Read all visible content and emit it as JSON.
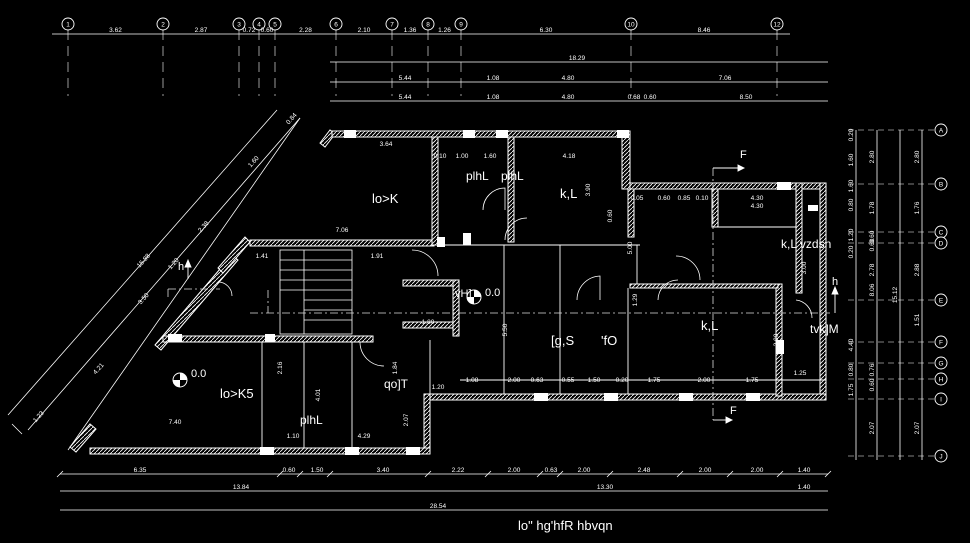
{
  "drawing": {
    "title": "lo\" hg'hfR hbvqn",
    "colors": {
      "background": "#000000",
      "lines": "#ffffff",
      "dash": "#dddddd"
    }
  },
  "grid_top": {
    "labels": [
      "1",
      "2",
      "3",
      "4",
      "5",
      "6",
      "7",
      "8",
      "9",
      "10",
      "12"
    ],
    "spacings": [
      "3.62",
      "2.87",
      "0.72",
      "0.60",
      "2.28",
      "2.10",
      "1.36",
      "1.26",
      "6.30",
      "8.46"
    ],
    "row2_dims": [
      "18.29"
    ],
    "row3_dims": [
      "5.44",
      "1.08",
      "4.80",
      "7.06"
    ],
    "row4_dims": [
      "5.44",
      "1.08",
      "4.80",
      "0.68",
      "0.60",
      "8.50"
    ]
  },
  "grid_right": {
    "labels": [
      "A",
      "B",
      "C",
      "D",
      "E",
      "F",
      "G",
      "H",
      "I",
      "J"
    ],
    "left_dims": [
      "0.20",
      "1.60",
      "1.60",
      "0.80",
      "1.20",
      "0.20",
      "4.40",
      "0.80",
      "1.75"
    ],
    "mid_dims": [
      "2.80",
      "1.78",
      "0.60",
      "0.60",
      "2.78",
      "8.06",
      "15.12",
      "0.76",
      "0.60",
      "2.07"
    ],
    "right_dims": [
      "2.80",
      "1.76",
      "2.88",
      "1.51",
      "2.07"
    ]
  },
  "dims_bottom": {
    "row1": [
      "6.35",
      "0.60",
      "1.50",
      "3.40",
      "2.22",
      "2.00",
      "0.63",
      "2.00",
      "2.48",
      "2.00",
      "2.00",
      "1.40"
    ],
    "row2": [
      "13.84",
      "13.30",
      "1.40"
    ],
    "row3": [
      "28.54"
    ]
  },
  "diagonal_dims": [
    "0.84",
    "1.60",
    "2.38",
    "1.20",
    "15.88",
    "3.50",
    "4.21",
    "1.23"
  ],
  "interior_dims": [
    "3.64",
    "7.06",
    "1.41",
    "1.91",
    "1.80",
    "1.20",
    "1.08",
    "2.00",
    "0.63",
    "0.55",
    "1.50",
    "0.20",
    "1.75",
    "2.00",
    "1.75",
    "1.25",
    "7.40",
    "1.10",
    "4.29",
    "4.30",
    "4.30",
    "0.05",
    "0.60",
    "0.85",
    "0.10",
    "1.60",
    "4.18",
    "0.10",
    "1.00",
    "5.00",
    "5.50",
    "3.90",
    "3.90",
    "2.16",
    "4.01",
    "2.07",
    "3.00",
    "1.29",
    "0.60",
    "1.84"
  ],
  "rooms": [
    {
      "id": "r1",
      "text": "lo>K"
    },
    {
      "id": "r2",
      "text": "plhL"
    },
    {
      "id": "r3",
      "text": "plhL"
    },
    {
      "id": "r4",
      "text": "k,L"
    },
    {
      "id": "r5",
      "text": "k,L vzdsn"
    },
    {
      "id": "r6",
      "text": "[g,S"
    },
    {
      "id": "r7",
      "text": "'fO"
    },
    {
      "id": "r8",
      "text": "k,L"
    },
    {
      "id": "r9",
      "text": "tvk]M"
    },
    {
      "id": "r10",
      "text": "lo>K5"
    },
    {
      "id": "r11",
      "text": "plhL"
    },
    {
      "id": "r12",
      "text": "qo]T"
    },
    {
      "id": "r13",
      "text": "vH]"
    }
  ],
  "levels": [
    {
      "text": "0.0"
    },
    {
      "text": "0.0"
    }
  ],
  "section_marks": [
    {
      "text": "F"
    },
    {
      "text": "F"
    }
  ],
  "arrow_labels": [
    {
      "text": "h"
    },
    {
      "text": "h"
    }
  ]
}
